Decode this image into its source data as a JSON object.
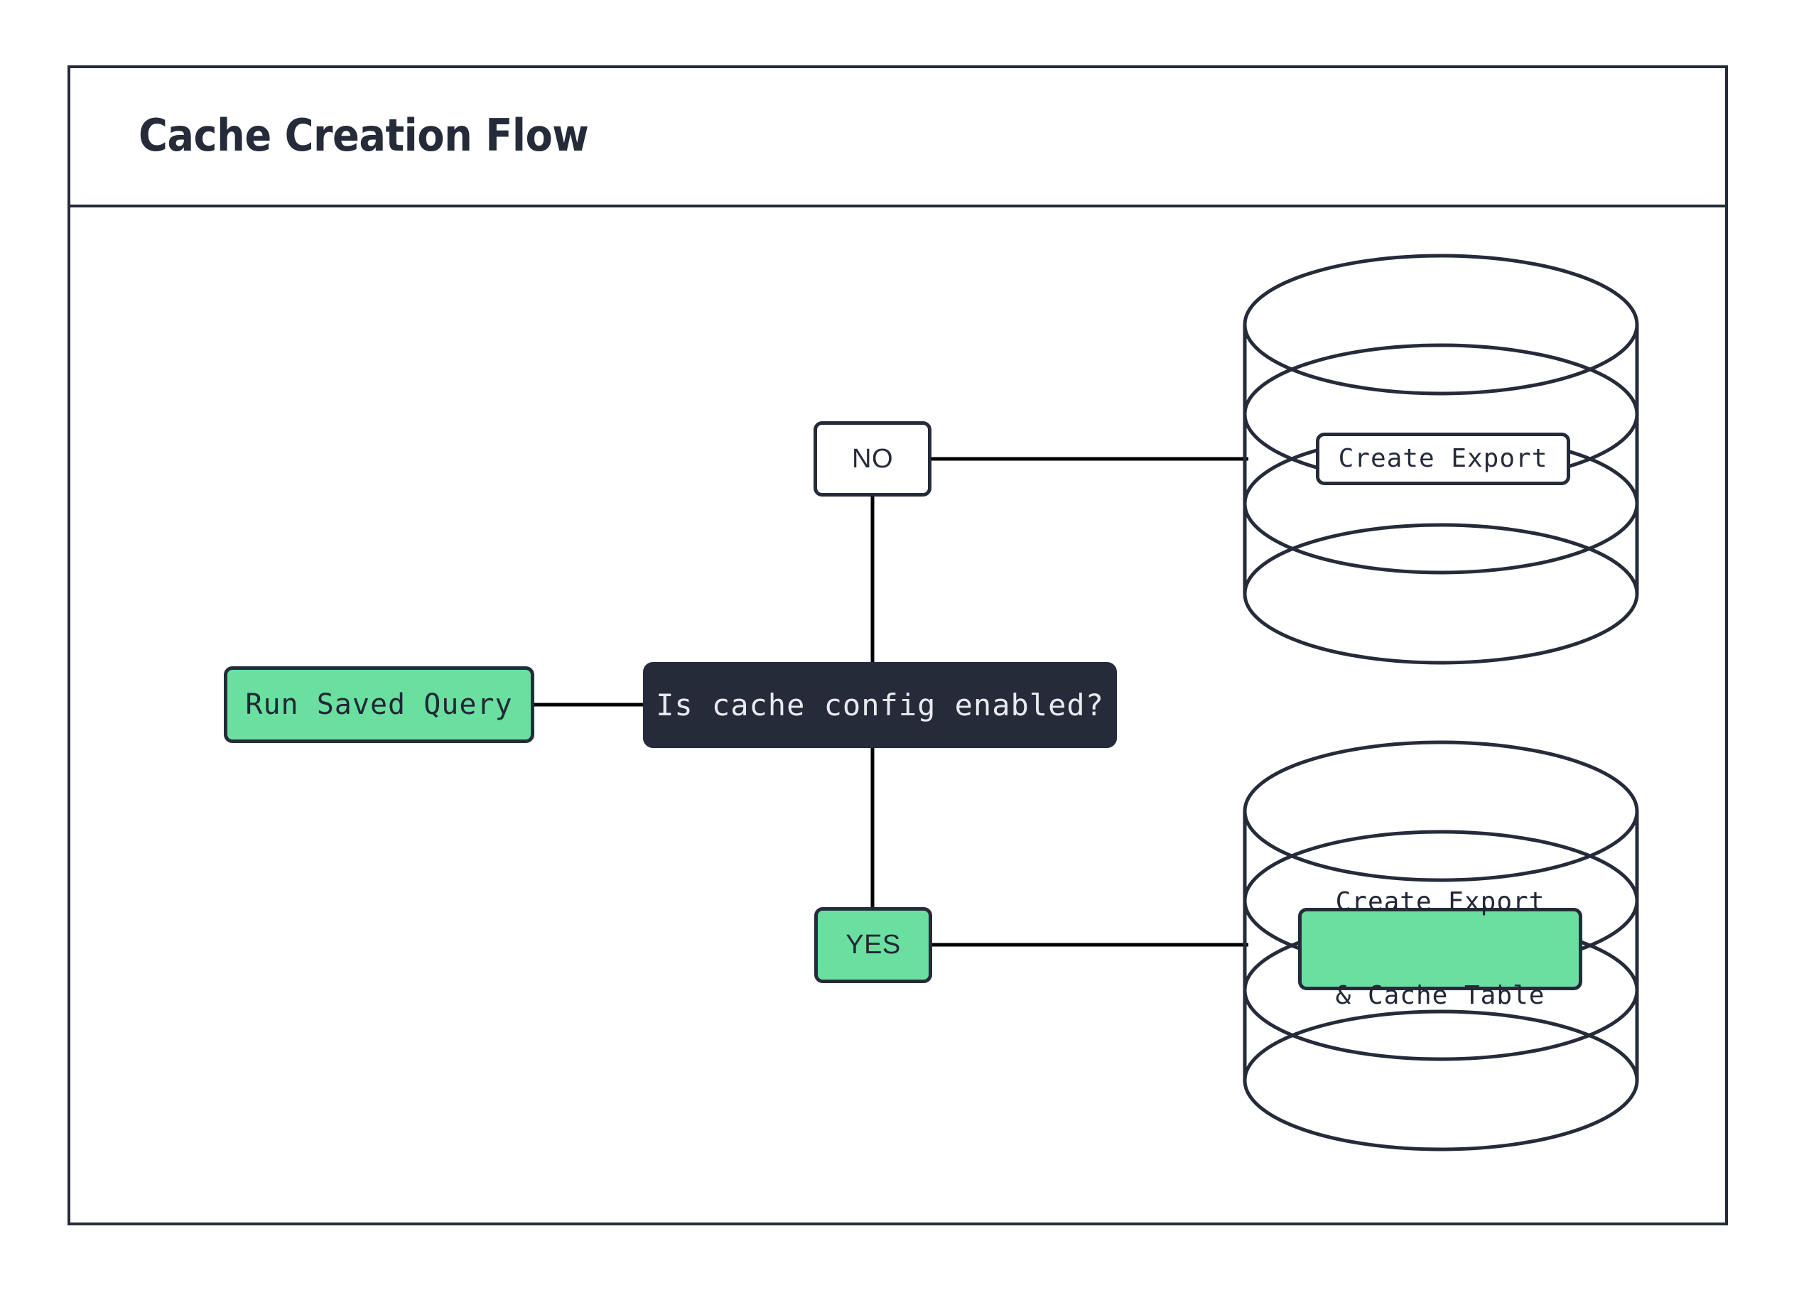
{
  "diagram": {
    "title": "Cache Creation Flow",
    "frame": {
      "border_color": "#262b3a",
      "background": "#ffffff"
    },
    "palette": {
      "accent_green": "#6adfa0",
      "dark_navy": "#262b3a",
      "light_text": "#e8eaf0",
      "connector": "#000000",
      "white": "#ffffff"
    },
    "nodes": [
      {
        "id": "run-saved-query",
        "label": "Run Saved Query",
        "shape": "rounded-rect",
        "fill": "#6adfa0",
        "font": "monospace"
      },
      {
        "id": "decision",
        "label": "Is cache config enabled?",
        "shape": "rounded-rect",
        "fill": "#262b3a",
        "font": "monospace"
      },
      {
        "id": "branch-no",
        "label": "NO",
        "shape": "rounded-rect",
        "fill": "#ffffff",
        "font": "sans-serif"
      },
      {
        "id": "branch-yes",
        "label": "YES",
        "shape": "rounded-rect",
        "fill": "#6adfa0",
        "font": "sans-serif"
      },
      {
        "id": "database-top",
        "label": "Create Export",
        "shape": "cylinder",
        "fill": "#ffffff",
        "font": "monospace"
      },
      {
        "id": "database-bottom",
        "label": "Create Export\n& Cache Table",
        "label_line_1": "Create Export",
        "label_line_2": "& Cache Table",
        "shape": "cylinder",
        "fill": "#6adfa0",
        "font": "monospace"
      }
    ],
    "edges": [
      {
        "from": "run-saved-query",
        "to": "decision",
        "label": ""
      },
      {
        "from": "decision",
        "to": "branch-no",
        "label": ""
      },
      {
        "from": "branch-no",
        "to": "database-top",
        "label": ""
      },
      {
        "from": "decision",
        "to": "branch-yes",
        "label": ""
      },
      {
        "from": "branch-yes",
        "to": "database-bottom",
        "label": ""
      }
    ]
  }
}
